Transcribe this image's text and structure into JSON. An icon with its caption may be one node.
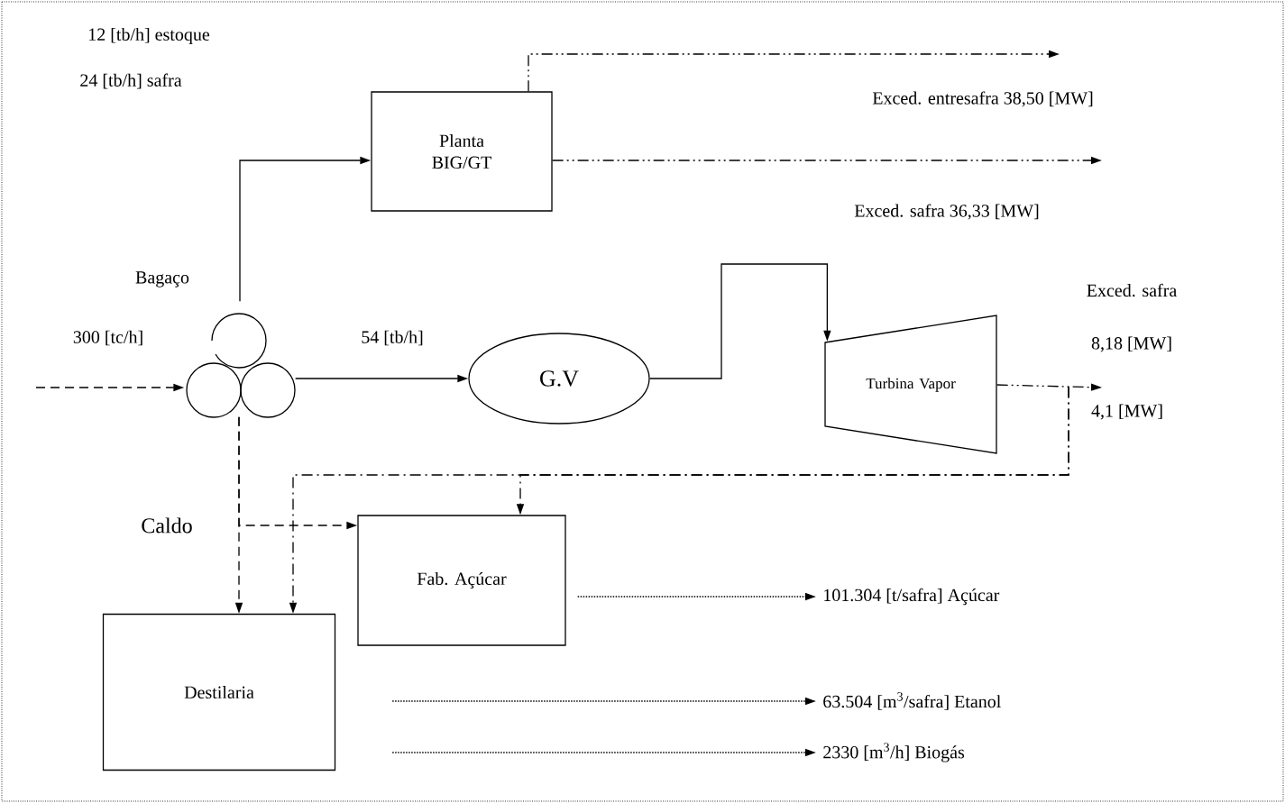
{
  "diagram": {
    "nodes": [
      {
        "text": [
          "Planta BIG/GT"
        ]
      },
      {
        "text": [
          "G.V"
        ]
      },
      {
        "text": [
          "Turbina Vapor"
        ]
      },
      {
        "text": [
          "Fab. Açúcar"
        ]
      },
      {
        "text": [
          "Destilaria"
        ]
      },
      {
        "text": [],
        "shape": "picture"
      },
      {
        "text": [
          "101.304 [t/safra] Açúcar"
        ]
      },
      {
        "text": [
          "63.504 [m$^{3}$/safra] Etanol"
        ]
      },
      {
        "text": [
          "2330 [m$^{3}$/h] Biogás"
        ]
      }
    ],
    "edges": [
      {
        "from": null,
        "to": 5,
        "arrow": "to",
        "style": "dashed",
        "label": "300 [tc/h]"
      },
      {
        "from": 5,
        "to": 0,
        "arrow": "to",
        "label": "Bagaço"
      },
      {
        "from": 0,
        "to": null,
        "arrow": "to",
        "style": "dashed",
        "label": "Exced. entresafra 38,50 [MW]"
      },
      {
        "from": 0,
        "to": null,
        "arrow": "to",
        "style": "dashed",
        "label": "Exced. safra 36,33 [MW]"
      },
      {
        "from": 5,
        "to": 1,
        "arrow": "to",
        "label": "54 [tb/h]"
      },
      {
        "from": 1,
        "to": 2,
        "arrow": "to"
      },
      {
        "from": 2,
        "to": null,
        "arrow": "to",
        "style": "dashed",
        "label": "8,18 [MW]"
      },
      {
        "from": 2,
        "to": 4,
        "arrow": "to",
        "style": "dashed",
        "label": "4,1 [MW]"
      },
      {
        "from": 2,
        "to": 3,
        "arrow": "to",
        "style": "dashed"
      },
      {
        "from": 5,
        "to": 3,
        "arrow": "to",
        "style": "dashed",
        "label": "Caldo"
      },
      {
        "from": 5,
        "to": 4,
        "arrow": "to",
        "style": "dashed"
      },
      {
        "from": 3,
        "to": 6,
        "arrow": "to",
        "style": "dashed"
      },
      {
        "from": 4,
        "to": 7,
        "arrow": "to",
        "style": "dashed"
      },
      {
        "from": 4,
        "to": 8,
        "arrow": "to",
        "style": "dashed"
      }
    ],
    "labels": [
      "12 [tb/h] estoque",
      "24 [tb/h] safra",
      "Exced. safra"
    ]
  }
}
